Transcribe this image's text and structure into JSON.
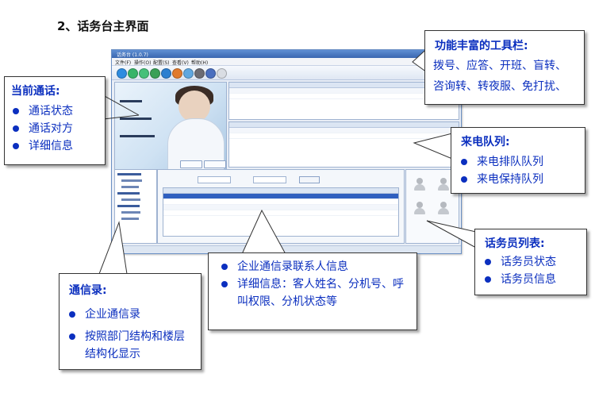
{
  "heading": "2、话务台主界面",
  "window": {
    "title": "话务台 (1.0.7)",
    "menu": [
      "文件(F)",
      "操作(O)",
      "配置(S)",
      "查看(V)",
      "帮助(H)"
    ],
    "toolbar_icons": [
      "dial-icon",
      "answer-icon",
      "open-shift-icon",
      "transfer-icon",
      "consult-transfer-icon",
      "night-mode-icon",
      "dnd-icon",
      "hold-icon",
      "record-icon",
      "settings-icon"
    ]
  },
  "callouts": {
    "toolbar": {
      "title": "功能丰富的工具栏:",
      "lines": [
        "拨号、应答、开班、盲转、",
        "咨询转、转夜服、免打扰、"
      ]
    },
    "current_call": {
      "title": "当前通话:",
      "items": [
        "通话状态",
        "通话对方",
        "详细信息"
      ]
    },
    "queue": {
      "title": "来电队列:",
      "items": [
        "来电排队队列",
        "来电保持队列"
      ]
    },
    "agents": {
      "title": "话务员列表:",
      "items": [
        "话务员状态",
        "话务员信息"
      ]
    },
    "contacts": {
      "items": [
        "企业通信录联系人信息",
        "详细信息：客人姓名、分机号、呼叫权限、分机状态等"
      ]
    },
    "directory": {
      "title": "通信录:",
      "items": [
        "企业通信录",
        "按照部门结构和楼层结构化显示"
      ]
    }
  },
  "colors": {
    "callout_text": "#0b2fbf",
    "window_border": "#6a8fc4",
    "selected_row": "#2f5fbf"
  }
}
